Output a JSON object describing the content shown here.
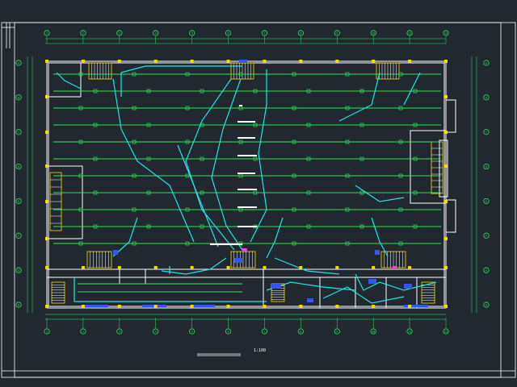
{
  "drawing": {
    "title": "",
    "scale": "1:100"
  },
  "grid": {
    "columns": [
      "1",
      "2",
      "3",
      "4",
      "5",
      "6",
      "7",
      "8",
      "9",
      "10",
      "11",
      "12"
    ],
    "rows": [
      "A",
      "B",
      "C",
      "D",
      "E",
      "F",
      "G",
      "H"
    ]
  },
  "colors": {
    "background": "#212830",
    "frame": "#ffffff",
    "walls": "#ffffff",
    "lighting_lines": "#2ee65a",
    "wiring": "#1ee6e6",
    "grid_bubbles": "#2ee65a",
    "columns": "#ffd800",
    "stairs": "#ffd800",
    "equipment": "#3355ff",
    "accent": "#ff33ff"
  },
  "icons": {
    "grid_bubble": "circle-bubble-icon",
    "light_fixture": "fluorescent-lamp-icon",
    "stair": "stair-icon",
    "panel": "distribution-panel-icon"
  }
}
